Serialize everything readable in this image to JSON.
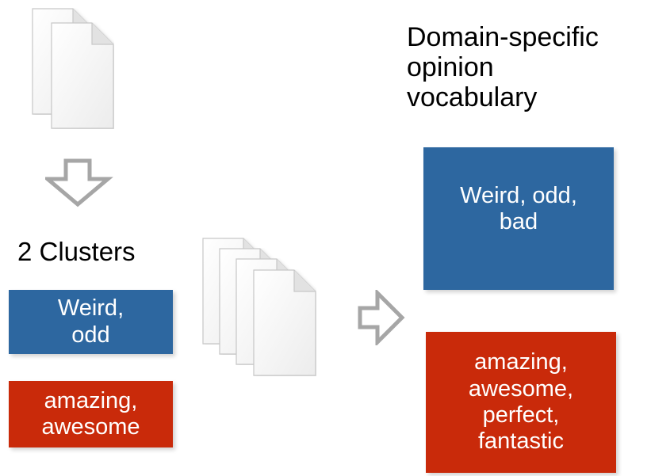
{
  "clusters_title": "2 Clusters",
  "cluster_blue": "Weird,\nodd",
  "cluster_red": "amazing,\nawesome",
  "vocab_title": "Domain-specific\nopinion\nvocabulary",
  "vocab_blue": "Weird, odd,\nbad",
  "vocab_red": "amazing,\nawesome,\nperfect,\nfantastic",
  "colors": {
    "blue_box": "#2d67a0",
    "red_box": "#c92a0a",
    "arrow": "#a6a6a6",
    "document": "#f4f4f4"
  },
  "icons": [
    "document-stack-icon",
    "down-arrow-icon",
    "right-arrow-icon"
  ]
}
